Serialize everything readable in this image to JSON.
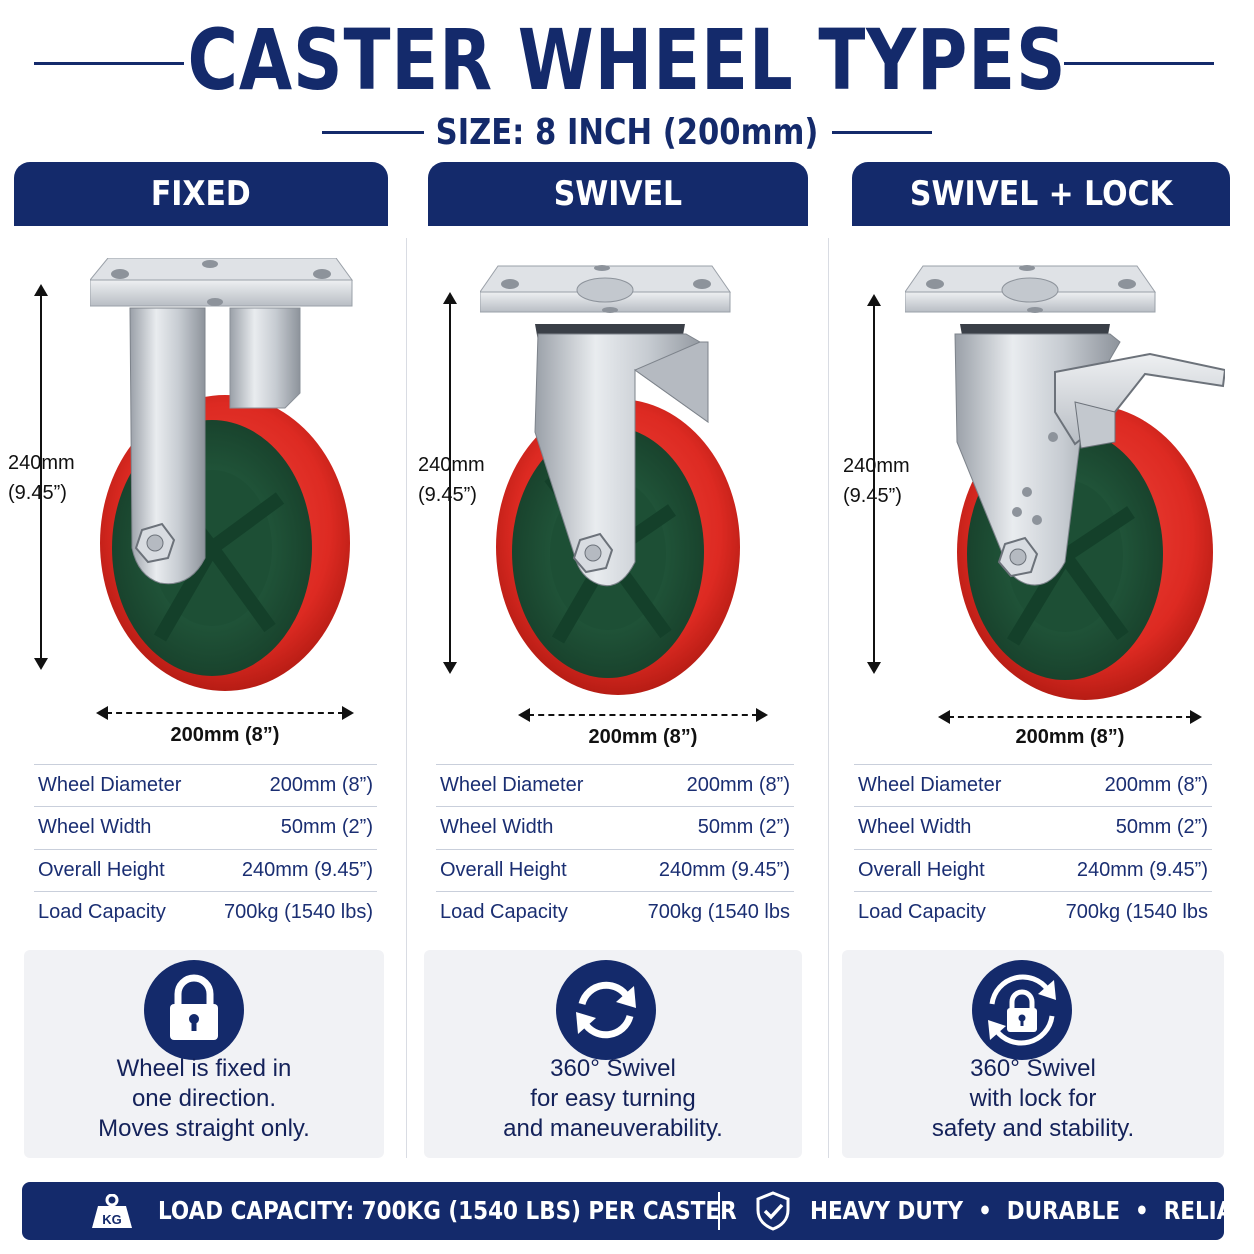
{
  "header": {
    "title": "CASTER WHEEL TYPES",
    "subtitle": "SIZE: 8 INCH (200mm)"
  },
  "colors": {
    "navy": "#142a6b",
    "wheel_red": "#dd2a22",
    "hub_green": "#1f5a3c",
    "steel": "#c8ccd2",
    "panel": "#f1f2f5"
  },
  "columns": [
    {
      "name": "FIXED",
      "height_dim": "240mm",
      "height_dim_in": "(9.45”)",
      "width_dim": "200mm (8”)",
      "specs": [
        {
          "label": "Wheel Diameter",
          "value": "200mm (8”)"
        },
        {
          "label": "Wheel Width",
          "value": "50mm (2”)"
        },
        {
          "label": "Overall Height",
          "value": "240mm (9.45”)"
        },
        {
          "label": "Load Capacity",
          "value": "700kg (1540 lbs)"
        }
      ],
      "feature_icon": "padlock-icon",
      "feature_lines": [
        "Wheel is fixed in",
        "one direction.",
        "Moves straight only."
      ]
    },
    {
      "name": "SWIVEL",
      "height_dim": "240mm",
      "height_dim_in": "(9.45”)",
      "width_dim": "200mm (8”)",
      "specs": [
        {
          "label": "Wheel Diameter",
          "value": "200mm (8”)"
        },
        {
          "label": "Wheel Width",
          "value": "50mm (2”)"
        },
        {
          "label": "Overall Height",
          "value": "240mm (9.45”)"
        },
        {
          "label": "Load Capacity",
          "value": "700kg (1540 lbs"
        }
      ],
      "feature_icon": "rotate-arrows-icon",
      "feature_lines": [
        "360° Swivel",
        "for easy turning",
        "and maneuverability."
      ]
    },
    {
      "name": "SWIVEL + LOCK",
      "height_dim": "240mm",
      "height_dim_in": "(9.45”)",
      "width_dim": "200mm (8”)",
      "specs": [
        {
          "label": "Wheel Diameter",
          "value": "200mm (8”)"
        },
        {
          "label": "Wheel Width",
          "value": "50mm (2”)"
        },
        {
          "label": "Overall Height",
          "value": "240mm (9.45”)"
        },
        {
          "label": "Load Capacity",
          "value": "700kg (1540 lbs"
        }
      ],
      "feature_icon": "lock-rotate-icon",
      "feature_lines": [
        "360° Swivel",
        "with lock for",
        "safety and stability."
      ]
    }
  ],
  "footer": {
    "kg_badge": "KG",
    "load_text": "LOAD CAPACITY: 700KG (1540 LBS) PER CASTER",
    "features_text": "HEAVY DUTY  •  DURABLE  •  RELIABLE"
  }
}
